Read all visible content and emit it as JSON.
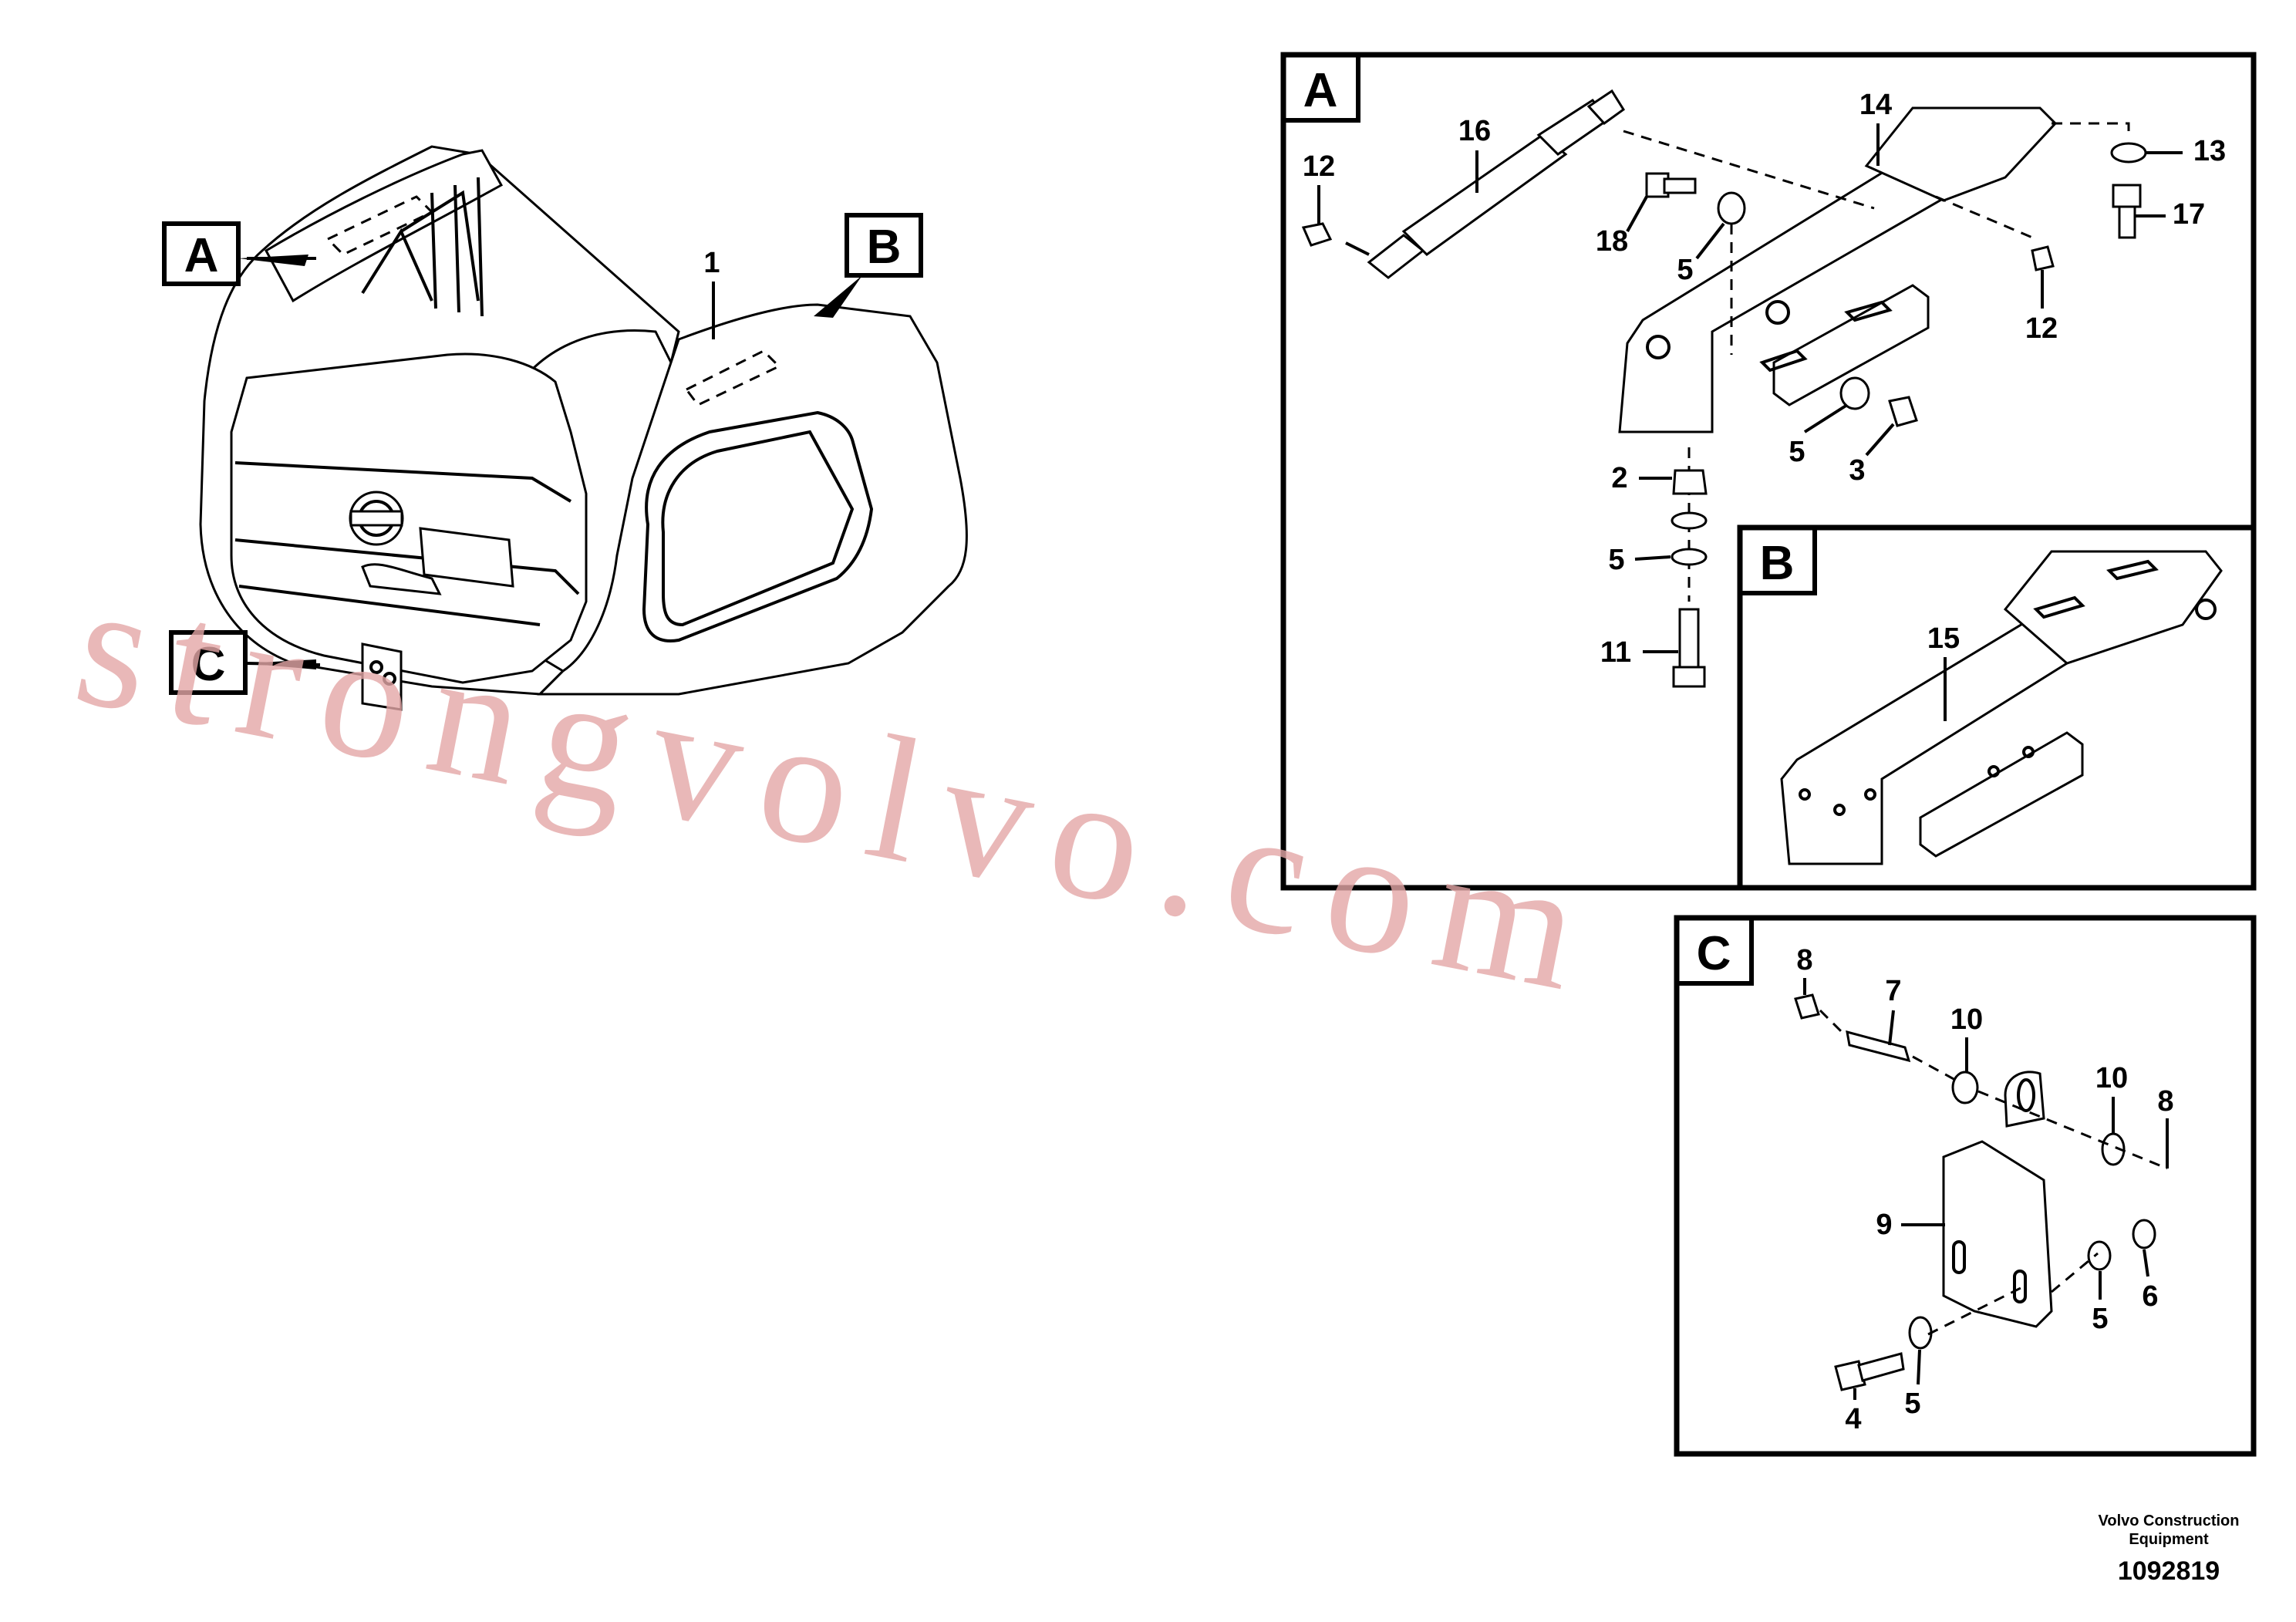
{
  "overview": {
    "callouts": {
      "a": "A",
      "b": "B",
      "c": "C"
    },
    "part_1": "1"
  },
  "panel_a": {
    "title": "A",
    "labels": [
      "16",
      "14",
      "13",
      "12",
      "18",
      "17",
      "5",
      "12",
      "5",
      "3",
      "2",
      "5",
      "11"
    ]
  },
  "panel_b": {
    "title": "B",
    "labels": [
      "15"
    ]
  },
  "panel_c": {
    "title": "C",
    "labels": [
      "8",
      "7",
      "10",
      "10",
      "8",
      "9",
      "6",
      "5",
      "4",
      "5"
    ]
  },
  "watermark": "strongvolvo.com",
  "footer": {
    "company_line1": "Volvo Construction",
    "company_line2": "Equipment",
    "drawing_number": "1092819"
  }
}
